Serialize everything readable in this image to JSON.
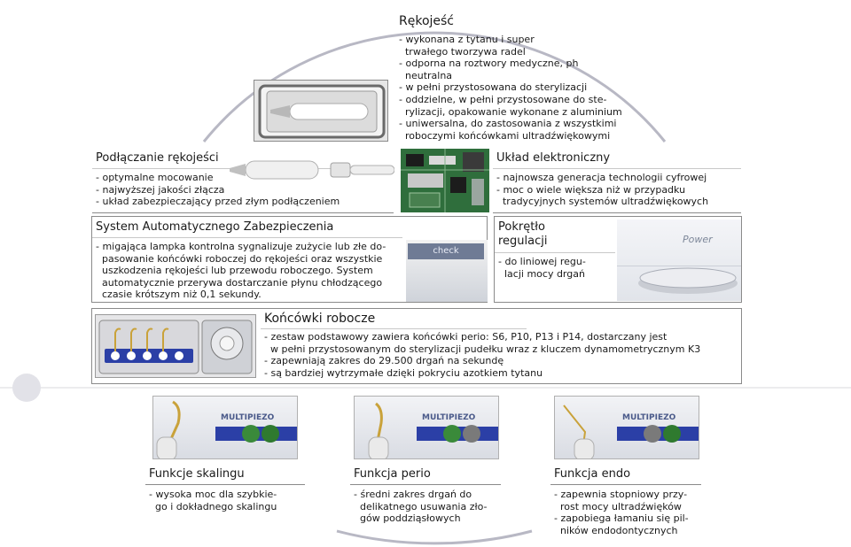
{
  "handle": {
    "title": "Rękojeść",
    "lines": [
      "- wykonana z tytanu i super",
      "  trwałego tworzywa radel",
      "- odporna na roztwory medyczne, ph",
      "  neutralna",
      "- w pełni przystosowana do sterylizacji",
      "- oddzielne, w pełni przystosowane do ste-",
      "  rylizacji, opakowanie wykonane z aluminium",
      "- uniwersalna, do zastosowania z wszystkimi",
      "  roboczymi końcówkami ultradźwiękowymi"
    ]
  },
  "connection": {
    "title": "Podłączanie rękojeści",
    "lines": [
      "- optymalne mocowanie",
      "- najwyższej jakości złącza",
      "- układ zabezpieczający przed złym podłączeniem"
    ]
  },
  "electronics": {
    "title": "Układ elektroniczny",
    "lines": [
      "- najnowsza generacja technologii cyfrowej",
      "- moc o wiele większa niż w przypadku",
      "  tradycyjnych systemów ultradźwiękowych"
    ]
  },
  "protection": {
    "title": "System Automatycznego Zabezpieczenia",
    "lines": [
      "- migająca lampka kontrolna sygnalizuje zużycie lub złe do-",
      "  pasowanie końcówki roboczej do rękojeści oraz wszystkie",
      "  uszkodzenia rękojeści lub przewodu roboczego. System",
      "  automatycznie przerywa dostarczanie płynu chłodzącego",
      "  czasie krótszym niż 0,1 sekundy."
    ],
    "check_label": "check"
  },
  "knob": {
    "title_line1": "Pokrętło",
    "title_line2": "regulacji",
    "lines": [
      "- do liniowej regu-",
      "  lacji mocy drgań"
    ],
    "power_label": "Power"
  },
  "tips": {
    "title": "Końcówki robocze",
    "lines": [
      "- zestaw podstawowy zawiera końcówki perio: S6, P10, P13 i P14, dostarczany jest",
      "  w pełni przystosowanym do sterylizacji pudełku wraz z kluczem dynamometrycznym K3",
      "- zapewniają zakres do 29.500 drgań na sekundę",
      "- są bardziej wytrzymałe dzięki pokryciu azotkiem tytanu"
    ]
  },
  "functions": [
    {
      "title": "Funkcje skalingu",
      "lines": [
        "- wysoka moc dla szybkie-",
        "  go i dokładnego skalingu"
      ],
      "device_label": "MULTIPIEZO"
    },
    {
      "title": "Funkcja perio",
      "lines": [
        "- średni zakres drgań do",
        "  delikatnego usuwania zło-",
        "  gów poddziąsłowych"
      ],
      "device_label": "MULTIPIEZO"
    },
    {
      "title": "Funkcja endo",
      "lines": [
        "- zapewnia stopniowy przy-",
        "  rost mocy ultradźwięków",
        "- zapobiega łamaniu się pil-",
        "  ników endodontycznych"
      ],
      "device_label": "MULTIPIEZO"
    }
  ],
  "colors": {
    "border": "#8a8a8a",
    "accent_blue": "#2b3fa6",
    "tip_gold": "#c9a23a",
    "circle_gray": "#e2e2e8"
  }
}
